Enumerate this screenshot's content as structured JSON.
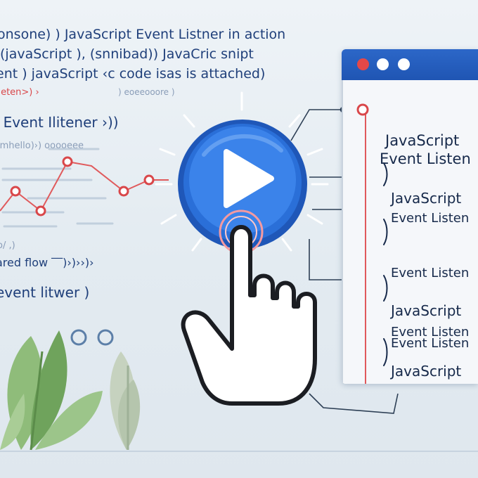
{
  "code_lines": [
    "onsone) ) JavaScript Event Listner in action",
    "(javaScript ), (snnibad)) JavaCric snipt",
    "ent ) javaScript ‹c code  isas  is attached)",
    "(eten>) ›",
    ") eoeeooore )",
    "r Event Ilitener  ›))",
    "imhello)›) ooooeee",
    "o/ ,)",
    "ared flow ‾‾)›)››)›",
    "event litwer )"
  ],
  "panel_entries": [
    {
      "title": "JavaScript",
      "subtitle": "Event Listen"
    },
    {
      "title": "JavaScript",
      "subtitle": "Event Listen"
    },
    {
      "title": "",
      "subtitle": "Event Listen"
    },
    {
      "title": "JavaScript",
      "subtitle": "Event Listen"
    },
    {
      "title": "JavaScript",
      "subtitle": "Event Listen"
    }
  ],
  "colors": {
    "accent_blue": "#2a6fd8",
    "window_bar": "#2561c4",
    "event_red": "#d9474a",
    "plant_green": "#7fae6b"
  },
  "icons": [
    "play-icon",
    "pointer-hand-icon",
    "close-dot-icon",
    "window-dot-icon",
    "plant-icon"
  ]
}
